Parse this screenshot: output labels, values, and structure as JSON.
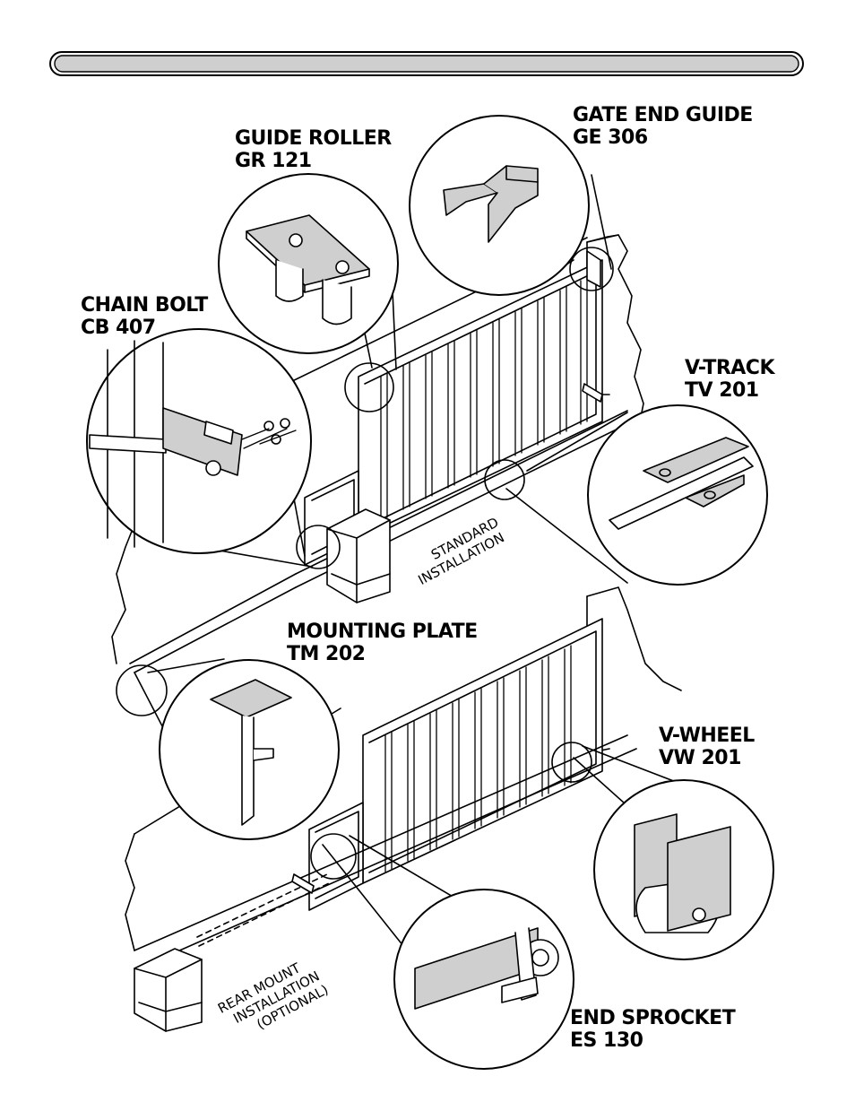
{
  "header": {
    "title": ""
  },
  "parts": {
    "gate_end_guide": {
      "name": "GATE END GUIDE",
      "code": "GE 306"
    },
    "guide_roller": {
      "name": "GUIDE ROLLER",
      "code": "GR 121"
    },
    "chain_bolt": {
      "name": "CHAIN BOLT",
      "code": "CB 407"
    },
    "v_track": {
      "name": "V-TRACK",
      "code": "TV 201"
    },
    "mounting_plate": {
      "name": "MOUNTING PLATE",
      "code": "TM 202"
    },
    "v_wheel": {
      "name": "V-WHEEL",
      "code": "VW 201"
    },
    "end_sprocket": {
      "name": "END SPROCKET",
      "code": "ES 130"
    }
  },
  "installations": {
    "standard": {
      "line1": "STANDARD",
      "line2": "INSTALLATION"
    },
    "rear_mount": {
      "line1": "REAR MOUNT",
      "line2": "INSTALLATION",
      "line3": "(OPTIONAL)"
    }
  },
  "colors": {
    "ink": "#000000",
    "panel_gray": "#cfcfcf",
    "paper": "#ffffff"
  }
}
